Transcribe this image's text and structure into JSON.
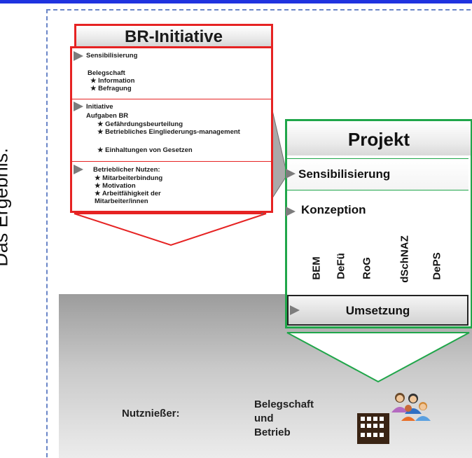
{
  "side_title": "Das Ergebnis:",
  "br_initiative": {
    "title": "BR-Initiative",
    "sections": [
      {
        "heading": "Sensibilisierung",
        "sub_heading": "Belegschaft",
        "items": [
          "Information",
          "Befragung"
        ]
      },
      {
        "heading": "Initiative",
        "sub_heading": "Aufgaben BR",
        "items": [
          "Gefährdungsbeurteilung",
          "Betriebliches Eingliederungs-management",
          "Einhaltungen von Gesetzen"
        ]
      },
      {
        "heading": "Betrieblicher Nutzen:",
        "items": [
          "Mitarbeiterbindung",
          "Motivation",
          "Arbeitfähigkeit der Mitarbeiter/innen"
        ]
      }
    ]
  },
  "projekt": {
    "title": "Projekt",
    "sensibilisierung": "Sensibilisierung",
    "konzeption": "Konzeption",
    "konzeption_items": [
      "BEM",
      "DeFü",
      "RoG",
      "dSchNAZ",
      "DePS"
    ],
    "umsetzung": "Umsetzung"
  },
  "nutzniesser": {
    "label": "Nutznießer:",
    "line1": "Belegschaft",
    "line2": "und",
    "line3": "Betrieb"
  },
  "colors": {
    "br": "#e62323",
    "projekt": "#20a64a",
    "dash": "#6b86c8",
    "top_bar": "#1f33e0"
  },
  "icons": [
    "people-icon",
    "building-icon"
  ]
}
